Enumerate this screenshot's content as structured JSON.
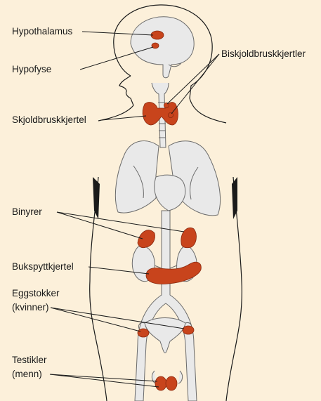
{
  "labels": {
    "hypothalamus": "Hypothalamus",
    "hypofyse": "Hypofyse",
    "biskjoldbruskkjertler": "Biskjoldbruskkjertler",
    "skjoldbruskkjertel": "Skjoldbruskkjertel",
    "binyrer": "Binyrer",
    "bukspyttkjertel": "Bukspyttkjertel",
    "eggstokker_line1": "Eggstokker",
    "eggstokker_line2": "(kvinner)",
    "testikler_line1": "Testikler",
    "testikler_line2": "(menn)"
  },
  "colors": {
    "background": "#fcf0da",
    "gland": "#c8441c",
    "organ_fill": "#e9e9e9",
    "organ_stroke": "#6b6b6b",
    "outline": "#1a1a1a"
  }
}
